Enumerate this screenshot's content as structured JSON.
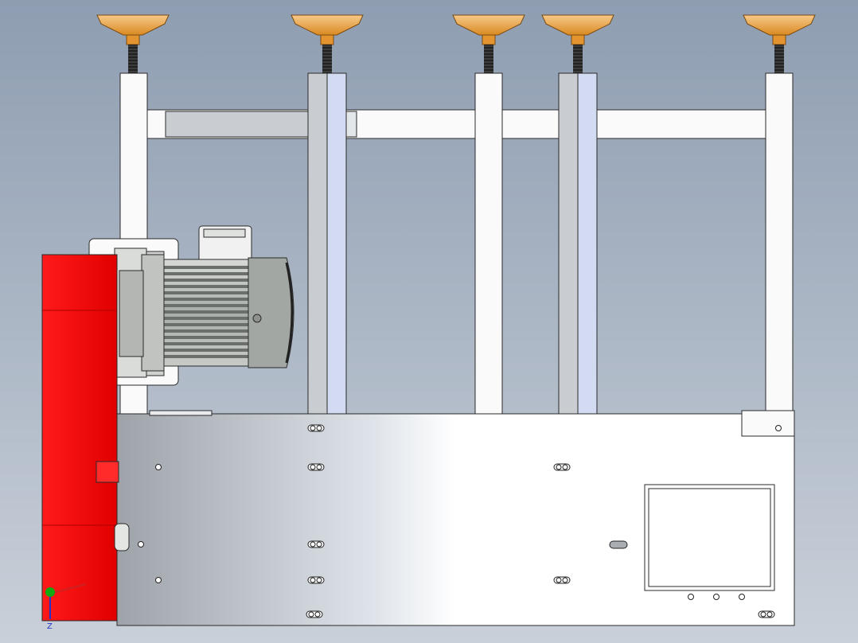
{
  "viewport": {
    "background_top": "#8e9db1",
    "background_bottom": "#c9d0d9"
  },
  "colors": {
    "red_gearbox": "#ff1a1a",
    "red_dark": "#c40000",
    "bronze_foot": "#e3942e",
    "bronze_light": "#f7c98a",
    "steel_light": "#fafafa",
    "steel_gray": "#c9cdd2",
    "steel_blue": "#d3dbf3",
    "motor_body": "#b9bdb9",
    "motor_fins": "#6b6f6b",
    "plate_left": "#9ea3aa",
    "plate_right": "#ffffff",
    "axis_x": "#cc2222",
    "axis_y": "#11aa11",
    "axis_z": "#2233cc"
  },
  "triad": {
    "axis_label_z": "Z",
    "icon": "coordinate-triad-icon"
  },
  "parts": {
    "leveling_feet_count": 5,
    "vertical_posts_count": 5,
    "motor": "electric-motor",
    "gearbox": "red-gearbox",
    "base_plate": "base-plate"
  }
}
